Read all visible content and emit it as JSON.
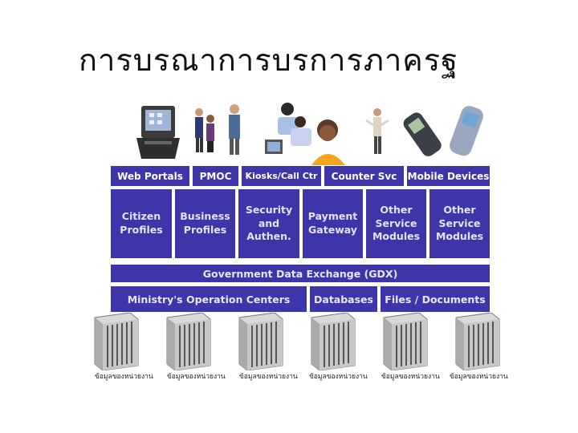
{
  "title": "การบรณาการบรการภาครฐ",
  "channels": [
    "Web Portals",
    "PMOC",
    "Kiosks/Call Ctr",
    "Counter Svc",
    "Mobile Devices"
  ],
  "services": [
    "Citizen\nProfiles",
    "Business\nProfiles",
    "Security\nand\nAuthen.",
    "Payment\nGateway",
    "Other\nService\nModules",
    "Other\nService\nModules"
  ],
  "exchange": "Government Data Exchange (GDX)",
  "backend": [
    "Ministry's Operation Centers",
    "Databases",
    "Files / Documents"
  ],
  "server_captions": [
    "ข้อมูลของหน่วยงาน",
    "ข้อมูลของหน่วยงาน",
    "ข้อมูลของหน่วยงาน",
    "ข้อมูลของหน่วยงาน",
    "ข้อมูลของหน่วยงาน",
    "ข้อมูลของหน่วยงาน"
  ],
  "colors": {
    "box": "#3e36a8",
    "box_text": "#ffffff"
  },
  "icons": [
    "kiosk-terminal-icon",
    "people-group-icon",
    "call-center-agents-icon",
    "smiling-person-icon",
    "business-person-icon",
    "mobile-phones-icon",
    "server-rack-icon"
  ]
}
